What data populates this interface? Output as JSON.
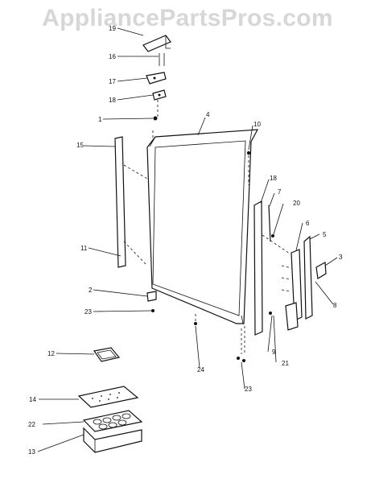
{
  "watermark": "AppliancePartsPros.com",
  "callouts": [
    "19",
    "16",
    "17",
    "18",
    "1",
    "4",
    "10",
    "15",
    "18",
    "7",
    "20",
    "6",
    "5",
    "3",
    "11",
    "8",
    "2",
    "23",
    "9",
    "21",
    "24",
    "23",
    "12",
    "14",
    "22",
    "13"
  ]
}
